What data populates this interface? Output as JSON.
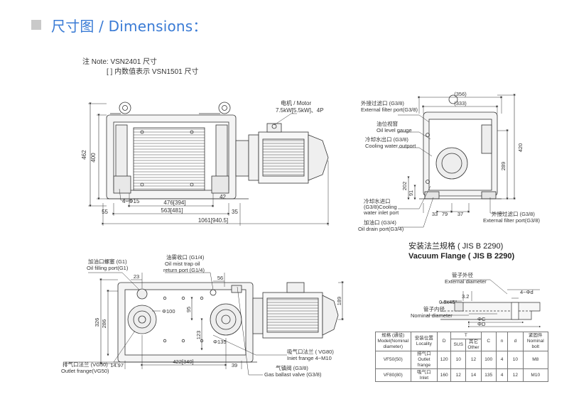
{
  "header": {
    "title": "尺寸图 / Dimensions："
  },
  "notes": {
    "line1": "注 Note: VSN2401 尺寸",
    "line2": "[ ] 内数值表示 VSN1501 尺寸"
  },
  "top_view": {
    "motor_label": [
      "电机 / Motor",
      "7.5kW[5.5kW]、4P"
    ],
    "dims": {
      "h462": "462",
      "h400": "400",
      "hole": "4−Φ15",
      "w476": "476[394]",
      "w563": "563[481]",
      "w55": "55",
      "w35": "35",
      "w42": "42",
      "w1061": "1061[940.5]"
    }
  },
  "side_view": {
    "labels": {
      "filter_top": [
        "外接过滤口 (G3/8)",
        "External filter port(G3/8)"
      ],
      "oil_gauge": [
        "油位视窗",
        "Oil level gauge"
      ],
      "cool_out": [
        "冷却水出口 (G3/8)",
        "Cooling water outport"
      ],
      "cool_in": [
        "冷却水进口",
        "(G3/8)Cooling",
        "water inlet port"
      ],
      "drain": [
        "加油口 (G3/4)",
        "Oil drain port(G3/4)"
      ],
      "filter_bottom": [
        "外接过滤口 (G3/8)",
        "External filter port(G3/8)"
      ]
    },
    "dims": {
      "w356": "(356)",
      "w333": "(333)",
      "h420": "420",
      "h289": "289",
      "h202": "202",
      "h91": "91",
      "h33": "33",
      "w79": "79",
      "w37": "37"
    }
  },
  "front_view": {
    "labels": {
      "oil_fill": [
        "加油口螺塞 (G1)",
        "Oil filling port(G1)"
      ],
      "mist": [
        "油雾收口 (G1/4)",
        "Oil mist trap oil",
        "return port (G1/4)"
      ],
      "outlet": [
        "排气口法兰 (VG50)",
        "Outlet frange(VG50)"
      ],
      "inlet": [
        "吸气口法兰 ( VG80)",
        "Iniet frange 4−M10"
      ],
      "ballast": [
        "气镇阀 (G3/8)",
        "Gas ballast valve (G3/8)"
      ]
    },
    "dims": {
      "d23": "23",
      "d56": "56",
      "phi100": "Φ100",
      "d95": "95",
      "d123": "123",
      "phi135": "Φ135",
      "h326": "326",
      "h286": "286",
      "d14": "14.97",
      "w422": "422[340]",
      "d39": "39",
      "h189": "189"
    }
  },
  "flange": {
    "title_cn": "安装法兰规格 ( JIS B 2290)",
    "title_en": "Vacuum Flange ( JIS B 2290)",
    "ext_label": [
      "管子外径",
      "External diameter"
    ],
    "nom_label": [
      "管子内径",
      "Nominal diameter"
    ],
    "dims": {
      "d32": "3.2",
      "d05": "0.5x45°",
      "hole": "4−Φd",
      "phiC": "ΦC",
      "phiD": "ΦD"
    }
  },
  "spec_table": {
    "h_model": [
      "规格 (通径)",
      "Model(Nominal",
      "diameter)"
    ],
    "h_loc": [
      "安装位置",
      "Locality"
    ],
    "h_D": "D",
    "h_T": "T",
    "h_sus": "SUS",
    "h_other": [
      "其它",
      "Other"
    ],
    "h_C": "C",
    "h_n": "n",
    "h_d": "d",
    "h_bolt": [
      "紧固件",
      "Nominal",
      "bolt"
    ],
    "rows": [
      {
        "model": "VF50(50)",
        "loc": [
          "排气口",
          "Outlet frange"
        ],
        "D": "120",
        "sus": "10",
        "other": "12",
        "C": "100",
        "n": "4",
        "d": "10",
        "bolt": "M8"
      },
      {
        "model": "VF80(80)",
        "loc": [
          "吸气口",
          "Inlet"
        ],
        "D": "160",
        "sus": "12",
        "other": "14",
        "C": "135",
        "n": "4",
        "d": "12",
        "bolt": "M10"
      }
    ]
  }
}
